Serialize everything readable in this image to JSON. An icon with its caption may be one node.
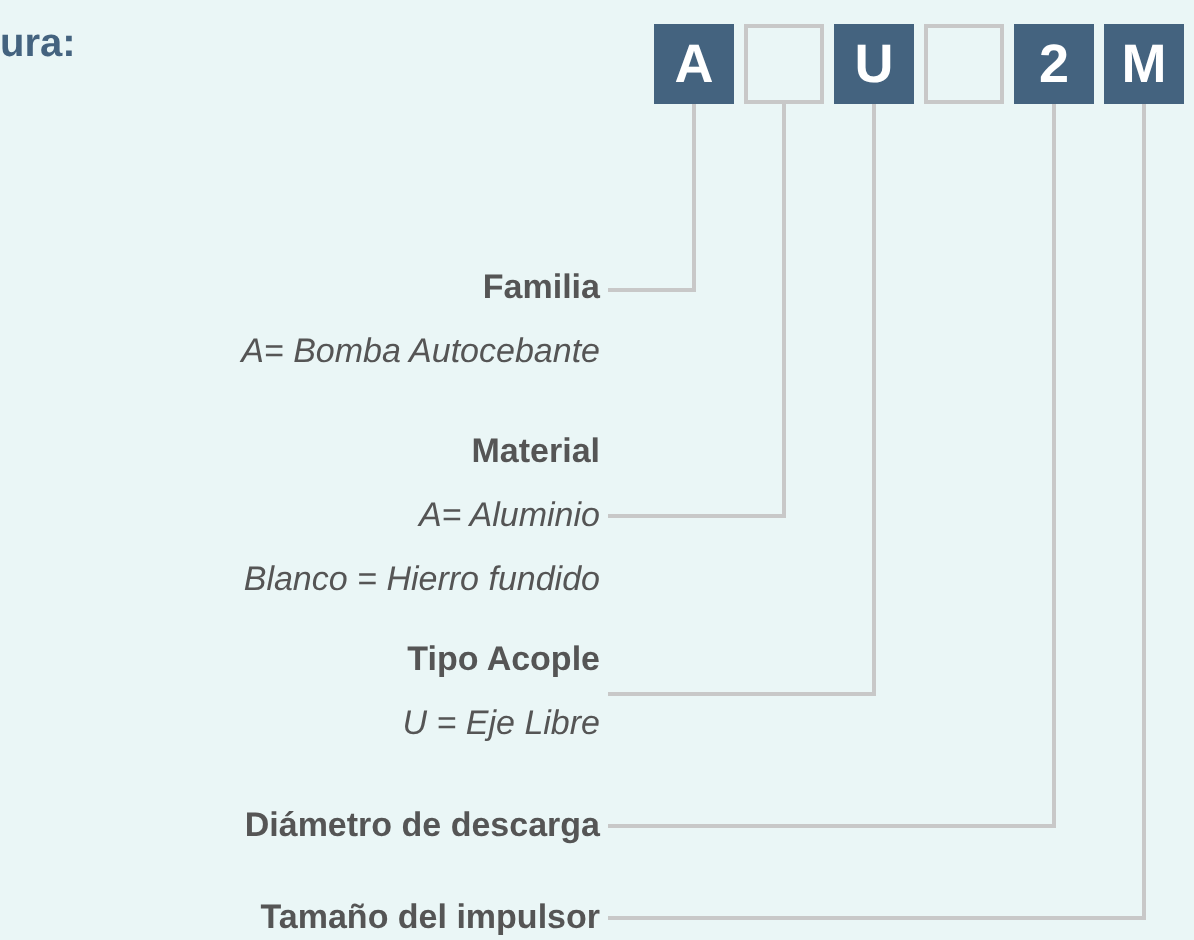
{
  "diagram": {
    "title": "ura:",
    "nodes": [
      {
        "text": [
          "A"
        ]
      },
      {
        "text": [],
        "shape": "box"
      },
      {
        "text": [
          "U"
        ]
      },
      {
        "text": [],
        "shape": "box"
      },
      {
        "text": [
          "2"
        ]
      },
      {
        "text": [
          "M"
        ]
      },
      {
        "text": [
          "Familia",
          "A= Bomba Autocebante"
        ]
      },
      {
        "text": [
          "Material",
          "A= Aluminio",
          "Blanco = Hierro fundido"
        ]
      },
      {
        "text": [
          "Tipo Acople",
          "U = Eje Libre"
        ]
      },
      {
        "text": [
          "Diámetro de descarga"
        ]
      },
      {
        "text": [
          "Tamaño del impulsor"
        ]
      }
    ],
    "edges": [
      {
        "from": 6,
        "to": 0,
        "arrow": "none"
      },
      {
        "from": 7,
        "to": 1,
        "arrow": "none"
      },
      {
        "from": 8,
        "to": 2,
        "arrow": "none"
      },
      {
        "from": 9,
        "to": 4,
        "arrow": "none"
      },
      {
        "from": 10,
        "to": 5,
        "arrow": "none"
      }
    ]
  }
}
